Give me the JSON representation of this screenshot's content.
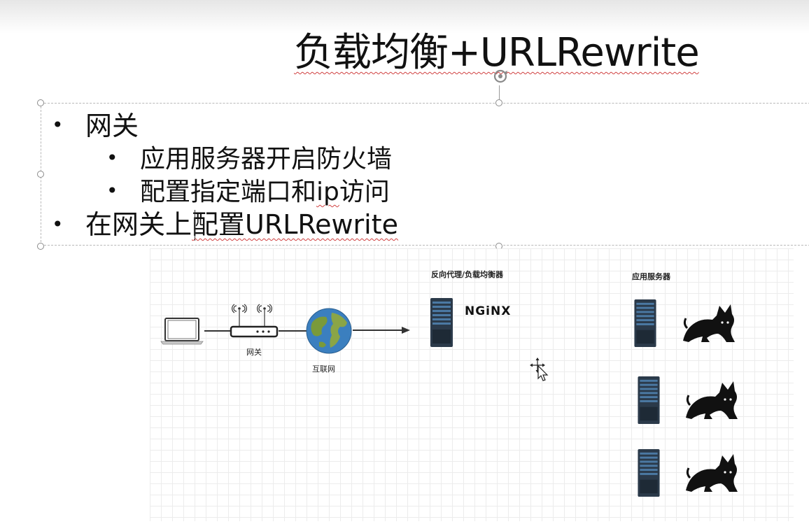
{
  "slide": {
    "title": "负载均衡+URLRewrite",
    "bullets": [
      {
        "level": 1,
        "text": "网关"
      },
      {
        "level": 2,
        "text": "应用服务器开启防火墙"
      },
      {
        "level": 2,
        "text_a": "配置指定端口和",
        "text_b": "ip",
        "text_c": "访问"
      },
      {
        "level": 1,
        "text_a": "在网关上",
        "text_b": "配置URLRewrite"
      }
    ],
    "bullet_symbol": "•"
  },
  "diagram": {
    "labels": {
      "gateway": "网关",
      "internet": "互联网",
      "proxy_title": "反向代理/负载均衡器",
      "app_title": "应用服务器",
      "nginx": "NGiNX"
    },
    "icons": [
      "laptop-icon",
      "router-icon",
      "globe-icon",
      "server-icon",
      "nginx-logo",
      "tomcat-cat-icon",
      "move-cursor-icon"
    ],
    "colors": {
      "server_body": "#2b3a4a",
      "server_stripe": "#4b79a3",
      "globe_ocean": "#3b7fbf",
      "globe_land": "#7a9a3a",
      "grid": "#ececec",
      "squiggle": "#d04040"
    }
  }
}
